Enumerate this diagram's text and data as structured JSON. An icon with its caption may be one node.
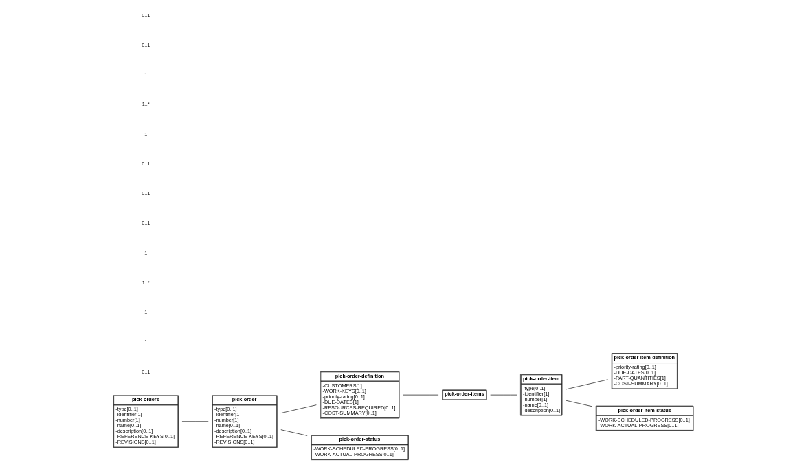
{
  "diagram": {
    "nodes": [
      {
        "text": [
          "pick-orders",
          "-type[0..1]",
          "-identifier[1]",
          "-number[1]",
          "-name[0..1]",
          "-description[0..1]",
          "-REFERENCE-KEYS[0..1]",
          "-REVISIONS[0..1]"
        ]
      },
      {
        "text": [
          "pick-order",
          "-type[0..1]",
          "-identifier[1]",
          "-number[1]",
          "-name[0..1]",
          "-description[0..1]",
          "-REFERENCE-KEYS[0..1]",
          "-REVISIONS[0..1]"
        ]
      },
      {
        "text": [
          "pick-order-definition",
          "-CUSTOMERS[1]",
          "-WORK-KEYS[0..1]",
          "-priority-rating[0..1]",
          "-DUE-DATES[1]",
          "-RESOURCES-REQUIRED[0..1]",
          "-COST-SUMMARY[0..1]"
        ]
      },
      {
        "text": [
          "pick-order-status",
          "-WORK-SCHEDULED-PROGRESS[0..1]",
          "-WORK-ACTUAL-PROGRESS[0..1]"
        ]
      },
      {
        "text": [
          "pick-order-items"
        ]
      },
      {
        "text": [
          "pick-order-item",
          "-type[0..1]",
          "-identifier[1]",
          "-number[1]",
          "-name[0..1]",
          "-description[0..1]"
        ]
      },
      {
        "text": [
          "pick-order-item-definition",
          "-priority-rating[0..1]",
          "-DUE-DATES[0..1]",
          "-PART-QUANTITIES[1]",
          "-COST-SUMMARY[0..1]"
        ]
      },
      {
        "text": [
          "pick-order-item-status",
          "-WORK-SCHEDULED-PROGRESS[0..1]",
          "-WORK-ACTUAL-PROGRESS[0..1]"
        ]
      }
    ],
    "edges": [
      {
        "from": 0,
        "to": 1,
        "arrow": "none"
      },
      {
        "from": 1,
        "to": 2,
        "arrow": "none"
      },
      {
        "from": 1,
        "to": 3,
        "arrow": "none"
      },
      {
        "from": 2,
        "to": 4,
        "arrow": "none"
      },
      {
        "from": 4,
        "to": 5,
        "arrow": "none"
      },
      {
        "from": 5,
        "to": 6,
        "arrow": "none"
      },
      {
        "from": 5,
        "to": 7,
        "arrow": "none"
      }
    ],
    "labels": [
      "0..1",
      "1",
      "1",
      "1..*",
      "1",
      "0..1",
      "0..1",
      "0..1",
      "1",
      "1..*",
      "1",
      "0..1",
      "0..1"
    ]
  }
}
